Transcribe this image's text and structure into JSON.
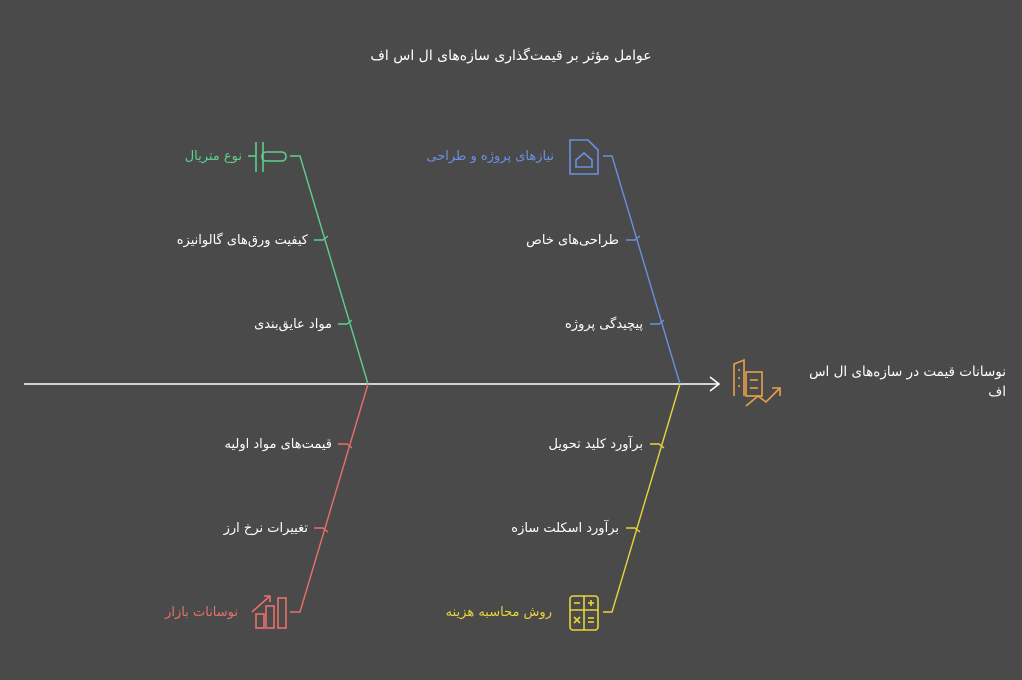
{
  "title": "عوامل مؤثر بر قیمت‌گذاری سازه‌های ال اس اف",
  "effect": {
    "text": "نوسانات قیمت در سازه‌های ال اس اف",
    "icon": "building-chart-icon",
    "color": "#e8a04a"
  },
  "categories": [
    {
      "id": "material",
      "label": "نوع متریال",
      "icon": "pipe-connector-icon",
      "color": "#5ecf8c",
      "causes": [
        "کیفیت ورق‌های گالوانیزه",
        "مواد عایق‌بندی"
      ]
    },
    {
      "id": "design",
      "label": "نیازهای پروژه و طراحی",
      "icon": "document-home-icon",
      "color": "#6b8fe0",
      "causes": [
        "طراحی‌های خاص",
        "پیچیدگی پروژه"
      ]
    },
    {
      "id": "market",
      "label": "نوسانات بازار",
      "icon": "market-chart-icon",
      "color": "#e8706a",
      "causes": [
        "قیمت‌های مواد اولیه",
        "تغییرات نرخ ارز"
      ]
    },
    {
      "id": "costing",
      "label": "روش محاسبه هزینه",
      "icon": "calculator-icon",
      "color": "#e8d43a",
      "causes": [
        "برآورد کلید تحویل",
        "برآورد اسکلت سازه"
      ]
    }
  ],
  "spine_color": "#ffffff"
}
